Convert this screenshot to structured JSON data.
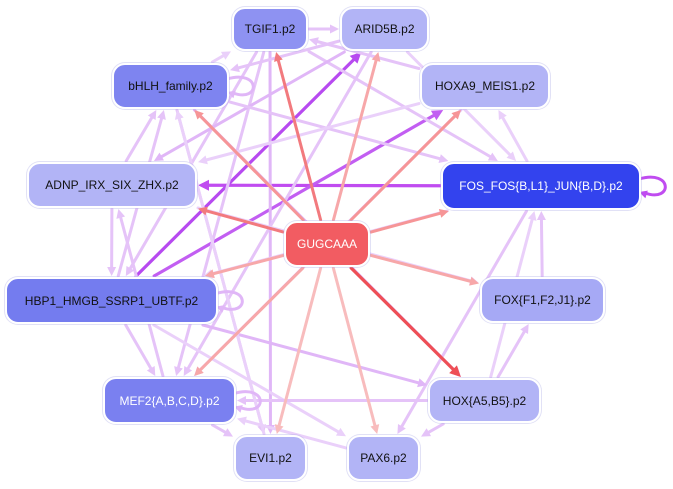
{
  "nodes": {
    "center": {
      "label": "GUGCAAA",
      "fill": "#f25c62",
      "text": "#ffffff"
    },
    "tgif1": {
      "label": "TGIF1.p2",
      "fill": "#8e92f2",
      "text": "#111111"
    },
    "arid5b": {
      "label": "ARID5B.p2",
      "fill": "#b2b4f6",
      "text": "#111111"
    },
    "bhlh": {
      "label": "bHLH_family.p2",
      "fill": "#7e84f0",
      "text": "#111111"
    },
    "hoxa9": {
      "label": "HOXA9_MEIS1.p2",
      "fill": "#b2b4f6",
      "text": "#111111"
    },
    "adnp": {
      "label": "ADNP_IRX_SIX_ZHX.p2",
      "fill": "#b2b4f6",
      "text": "#111111"
    },
    "fos": {
      "label": "FOS_FOS{B,L1}_JUN{B,D}.p2",
      "fill": "#3343ee",
      "text": "#ffffff"
    },
    "hbp1": {
      "label": "HBP1_HMGB_SSRP1_UBTF.p2",
      "fill": "#747cef",
      "text": "#111111"
    },
    "fox": {
      "label": "FOX{F1,F2,J1}.p2",
      "fill": "#a6a9f5",
      "text": "#111111"
    },
    "mef2": {
      "label": "MEF2{A,B,C,D}.p2",
      "fill": "#7a80f0",
      "text": "#ffffff"
    },
    "hox": {
      "label": "HOX{A5,B5}.p2",
      "fill": "#b2b4f6",
      "text": "#111111"
    },
    "evi1": {
      "label": "EVI1.p2",
      "fill": "#b2b4f6",
      "text": "#111111"
    },
    "pax6": {
      "label": "PAX6.p2",
      "fill": "#b2b4f6",
      "text": "#111111"
    }
  },
  "edges": [
    {
      "from": "center",
      "to": "tgif1",
      "color": "#f27a7e"
    },
    {
      "from": "center",
      "to": "arid5b",
      "color": "#f7a7a9"
    },
    {
      "from": "center",
      "to": "bhlh",
      "color": "#f69597"
    },
    {
      "from": "center",
      "to": "hoxa9",
      "color": "#f69597"
    },
    {
      "from": "center",
      "to": "adnp",
      "color": "#f27a7e"
    },
    {
      "from": "center",
      "to": "fos",
      "color": "#f69597"
    },
    {
      "from": "center",
      "to": "hbp1",
      "color": "#f7a7a9"
    },
    {
      "from": "center",
      "to": "fox",
      "color": "#f7a7a9"
    },
    {
      "from": "center",
      "to": "mef2",
      "color": "#f7a7a9"
    },
    {
      "from": "center",
      "to": "hox",
      "color": "#ee4f56"
    },
    {
      "from": "center",
      "to": "evi1",
      "color": "#f8bcbd"
    },
    {
      "from": "center",
      "to": "pax6",
      "color": "#f8bcbd"
    },
    {
      "from": "fos",
      "to": "adnp",
      "color": "#c04cf0"
    },
    {
      "from": "hbp1",
      "to": "arid5b",
      "color": "#b74af0"
    },
    {
      "from": "hbp1",
      "to": "hoxa9",
      "color": "#c25ef2"
    },
    {
      "from": "tgif1",
      "to": "arid5b",
      "color": "#e5c3f8"
    },
    {
      "from": "tgif1",
      "to": "evi1",
      "color": "#e0b6f7"
    },
    {
      "from": "tgif1",
      "to": "mef2",
      "color": "#e5c3f8"
    },
    {
      "from": "tgif1",
      "to": "hbp1",
      "color": "#e5c3f8"
    },
    {
      "from": "tgif1",
      "to": "fos",
      "color": "#e5c3f8"
    },
    {
      "from": "arid5b",
      "to": "bhlh",
      "color": "#e5c3f8"
    },
    {
      "from": "arid5b",
      "to": "adnp",
      "color": "#e0b6f7"
    },
    {
      "from": "arid5b",
      "to": "mef2",
      "color": "#e5c3f8"
    },
    {
      "from": "arid5b",
      "to": "fos",
      "color": "#ead0fa"
    },
    {
      "from": "bhlh",
      "to": "fos",
      "color": "#e5c3f8"
    },
    {
      "from": "bhlh",
      "to": "evi1",
      "color": "#e5c3f8"
    },
    {
      "from": "bhlh",
      "to": "hox",
      "color": "#e0b6f7"
    },
    {
      "from": "bhlh",
      "to": "tgif1",
      "color": "#ead0fa"
    },
    {
      "from": "hoxa9",
      "to": "tgif1",
      "color": "#e5c3f8"
    },
    {
      "from": "hoxa9",
      "to": "adnp",
      "color": "#ead0fa"
    },
    {
      "from": "hoxa9",
      "to": "mef2",
      "color": "#e5c3f8"
    },
    {
      "from": "adnp",
      "to": "hbp1",
      "color": "#e5c3f8"
    },
    {
      "from": "adnp",
      "to": "bhlh",
      "color": "#e5c3f8"
    },
    {
      "from": "adnp",
      "to": "fox",
      "color": "#ead0fa"
    },
    {
      "from": "fos",
      "to": "pax6",
      "color": "#e5c3f8"
    },
    {
      "from": "fos",
      "to": "hoxa9",
      "color": "#ead0fa"
    },
    {
      "from": "fos",
      "to": "hbp1",
      "color": "#ead0fa"
    },
    {
      "from": "hbp1",
      "to": "hox",
      "color": "#e0b6f7"
    },
    {
      "from": "hbp1",
      "to": "mef2",
      "color": "#e5c3f8"
    },
    {
      "from": "hbp1",
      "to": "bhlh",
      "color": "#e5c3f8"
    },
    {
      "from": "hbp1",
      "to": "pax6",
      "color": "#ead0fa"
    },
    {
      "from": "mef2",
      "to": "evi1",
      "color": "#e5c3f8"
    },
    {
      "from": "mef2",
      "to": "adnp",
      "color": "#e5c3f8"
    },
    {
      "from": "hox",
      "to": "fox",
      "color": "#e5c3f8"
    },
    {
      "from": "hox",
      "to": "pax6",
      "color": "#e5c3f8"
    },
    {
      "from": "hox",
      "to": "mef2",
      "color": "#e5c3f8"
    },
    {
      "from": "hox",
      "to": "fos",
      "color": "#ead0fa"
    },
    {
      "from": "fox",
      "to": "fos",
      "color": "#e5c3f8"
    },
    {
      "from": "evi1",
      "to": "bhlh",
      "color": "#ead0fa"
    },
    {
      "from": "pax6",
      "to": "mef2",
      "color": "#ead0fa"
    }
  ],
  "self_loops": [
    {
      "node": "bhlh",
      "color": "#e0b6f7"
    },
    {
      "node": "fos",
      "color": "#c04cf0"
    },
    {
      "node": "hbp1",
      "color": "#e0b6f7"
    },
    {
      "node": "mef2",
      "color": "#e0b6f7"
    }
  ]
}
